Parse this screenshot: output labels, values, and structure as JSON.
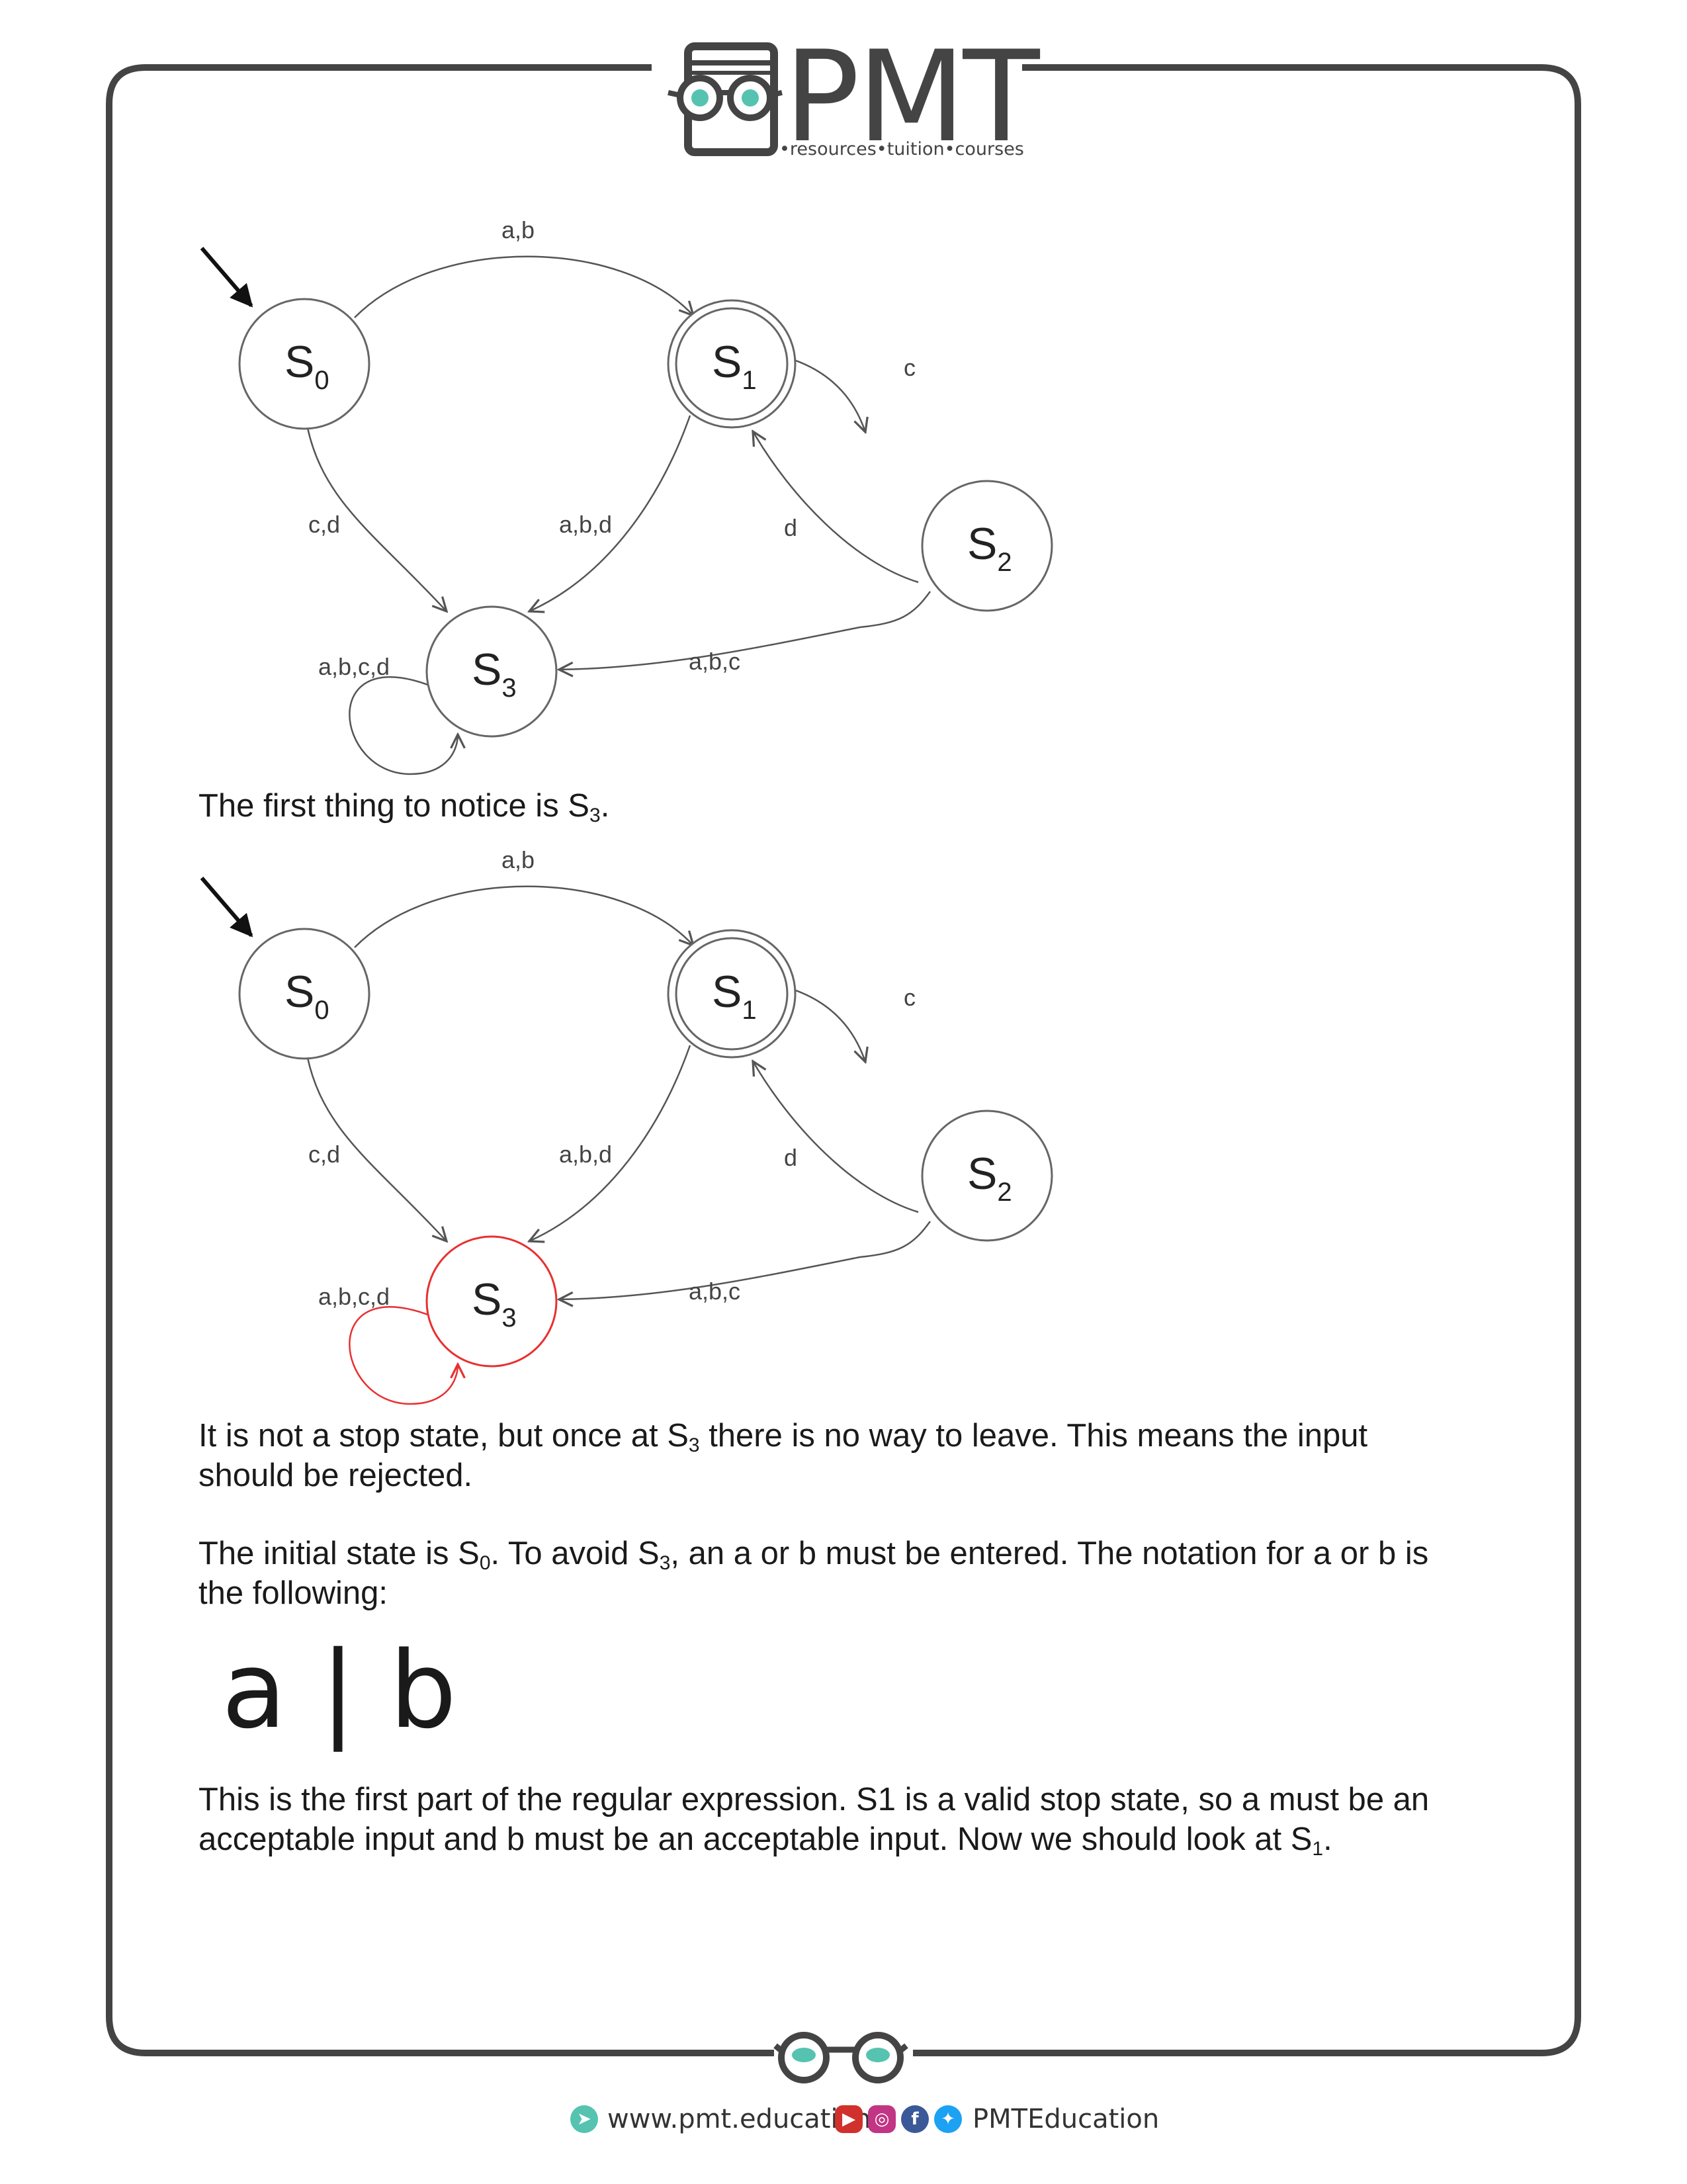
{
  "header": {
    "logo_text": "PMT",
    "tagline": "•resources•tuition•courses"
  },
  "diagram_labels": {
    "s0": "S",
    "s0_sub": "0",
    "s1": "S",
    "s1_sub": "1",
    "s2": "S",
    "s2_sub": "2",
    "s3": "S",
    "s3_sub": "3",
    "edge_s0_s1": "a,b",
    "edge_s1_s2": "c",
    "edge_s2_s1": "d",
    "edge_s0_s3": "c,d",
    "edge_s1_s3": "a,b,d",
    "edge_s2_s3": "a,b,c",
    "edge_s3_s3": "a,b,c,d"
  },
  "colors": {
    "highlight": "#e83030",
    "accent": "#55c3b0"
  },
  "text": {
    "caption1_a": "The first thing to notice is S",
    "caption1_sub": "3",
    "caption1_b": ".",
    "p1_a": "It is not a stop state, but once at S",
    "p1_sub": "3",
    "p1_b": " there is no way to leave. This means the input",
    "p1_c": "should be rejected.",
    "p2_a": "The initial state is S",
    "p2_sub1": "0",
    "p2_b": ". To avoid S",
    "p2_sub2": "3",
    "p2_c": ", an a or b must be entered. The notation for a or b is",
    "p2_d": "the following:",
    "regex": "a | b",
    "p3_a": "This is the first part of the regular expression. S1 is a valid stop state, so a must be an",
    "p3_b": "acceptable input and b must be an acceptable input. Now we should look at S",
    "p3_sub": "1",
    "p3_c": "."
  },
  "footer": {
    "website": "www.pmt.education",
    "social": "PMTEducation"
  }
}
